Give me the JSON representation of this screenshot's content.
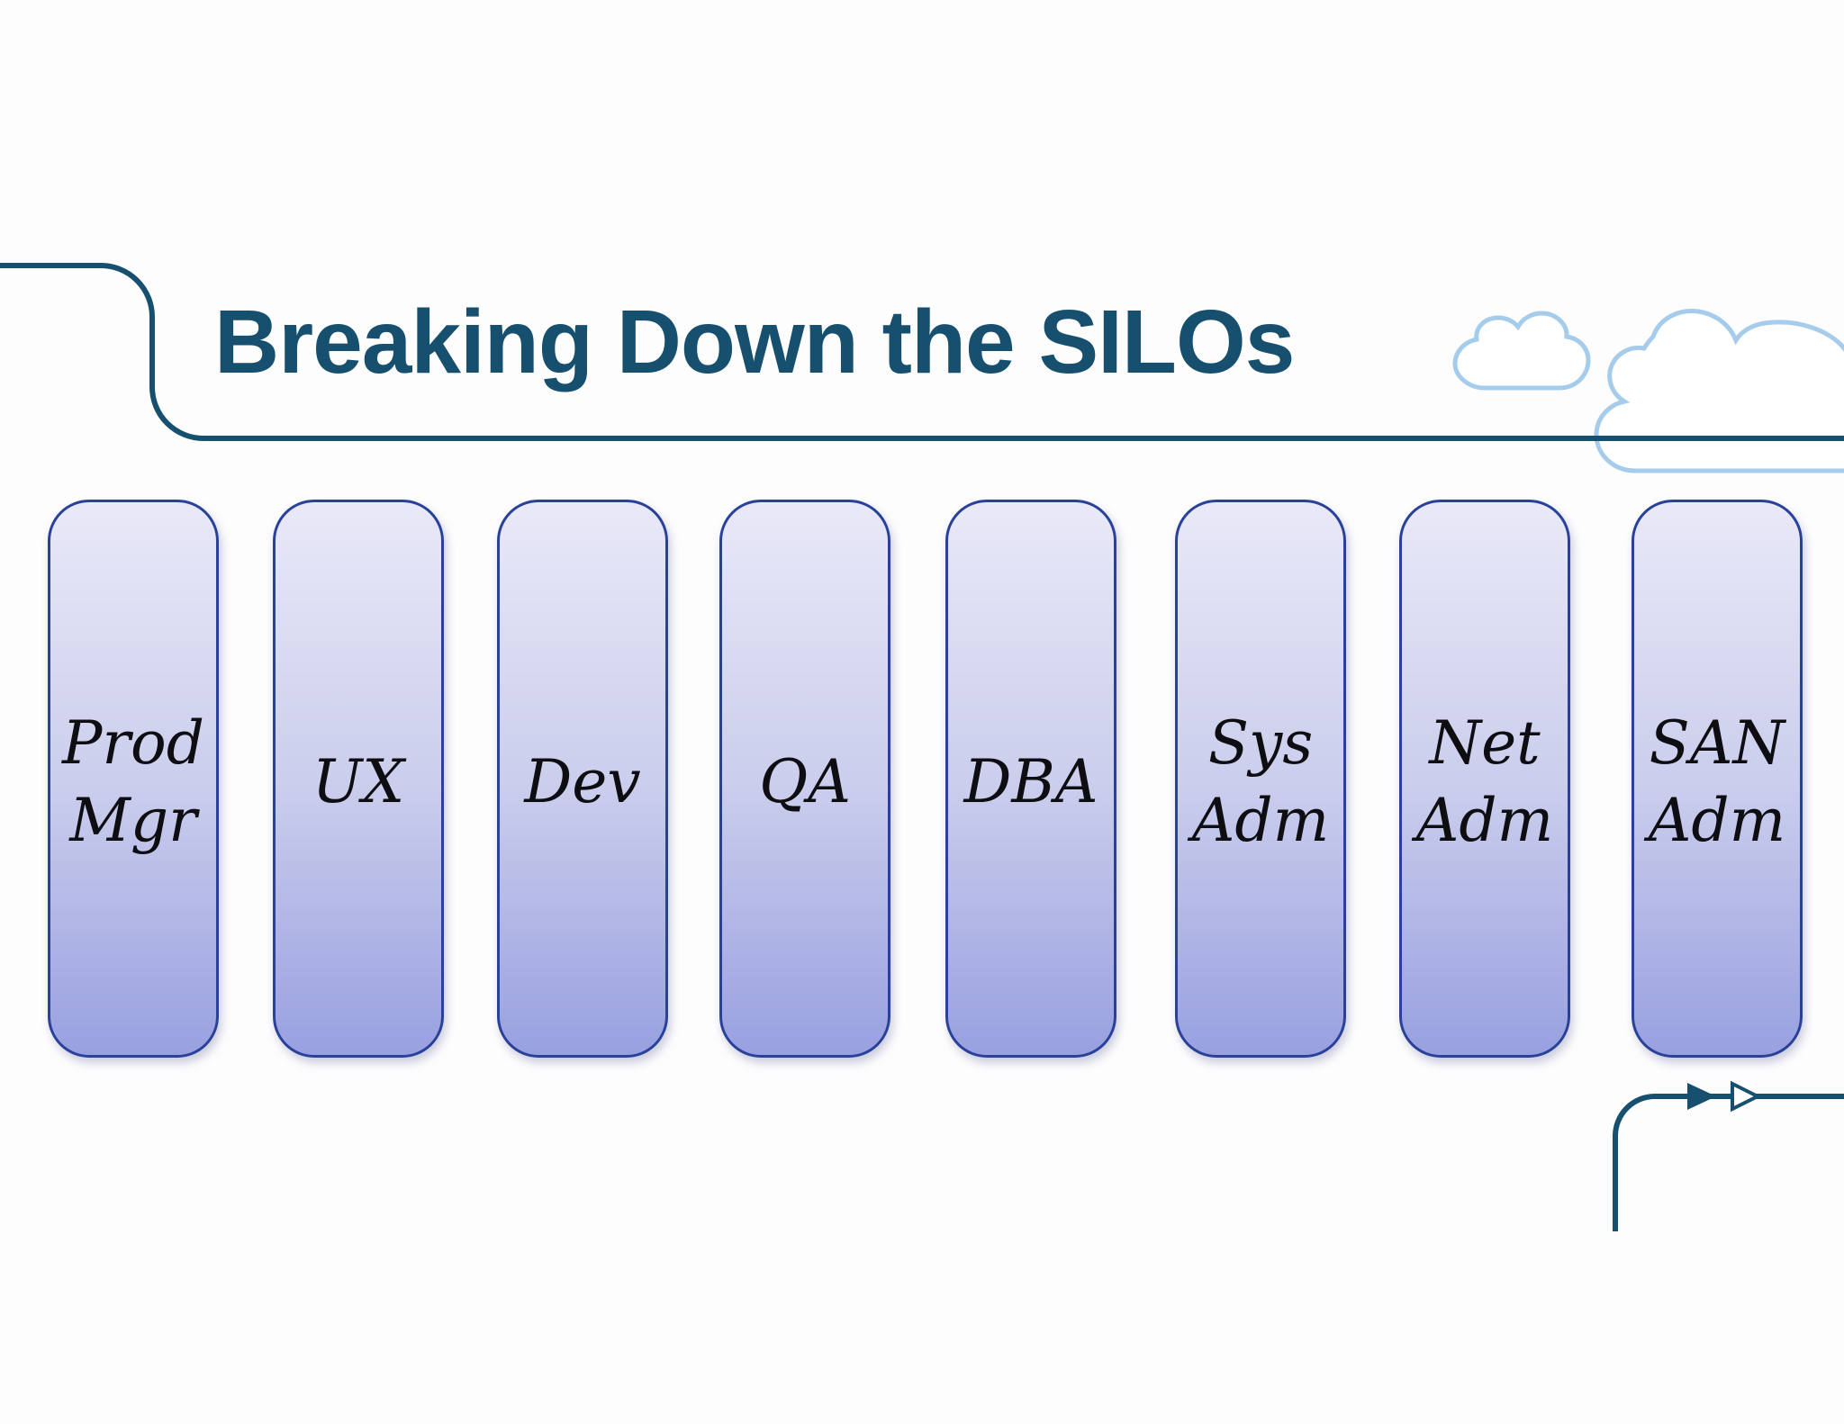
{
  "slide": {
    "title": "Breaking Down the SILOs",
    "pillars": [
      {
        "label": "Prod\nMgr"
      },
      {
        "label": "UX"
      },
      {
        "label": "Dev"
      },
      {
        "label": "QA"
      },
      {
        "label": "DBA"
      },
      {
        "label": "Sys\nAdm"
      },
      {
        "label": "Net\nAdm"
      },
      {
        "label": "SAN\nAdm"
      }
    ],
    "decorations": {
      "clouds": [
        "cloud-small-icon",
        "cloud-large-icon"
      ],
      "flow_arrow": "flow-arrow-icon"
    },
    "colors": {
      "title": "#17506F",
      "accent_line": "#17506F",
      "cloud_outline": "#A6CCEB",
      "pillar_border": "#2A419A",
      "pillar_top": "#E9E9F8",
      "pillar_mid": "#CACDEC",
      "pillar_bottom": "#98A0E0"
    }
  }
}
